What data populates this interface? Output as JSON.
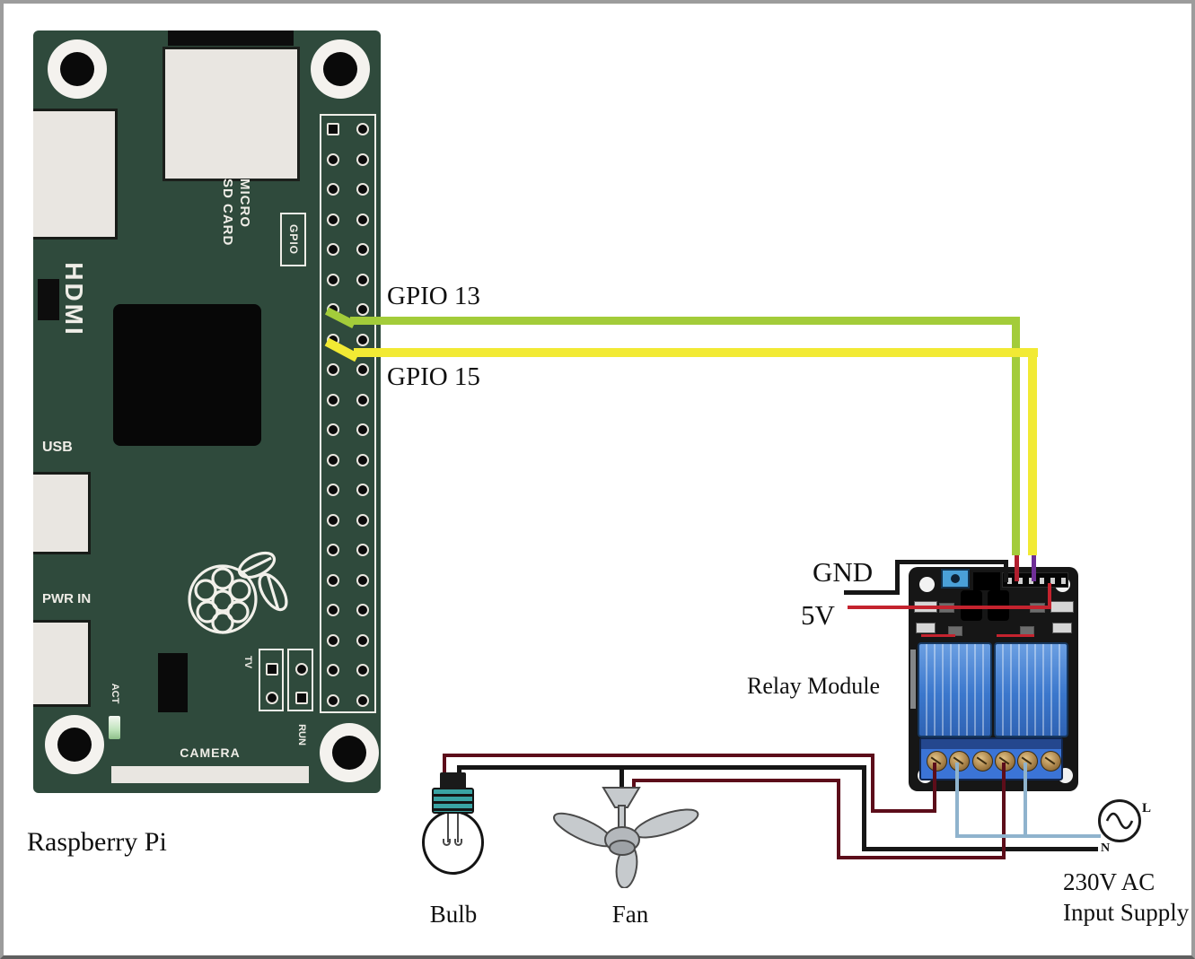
{
  "colors": {
    "board_green": "#2f4a3c",
    "silk": "#efede7",
    "port_gray": "#e9e6e1",
    "wire_green": "#a3cc3a",
    "wire_yellow": "#f2ea34",
    "wire_red": "#c4232e",
    "wire_dark_red": "#5c0d1a",
    "wire_black": "#161616",
    "wire_blue": "#8fb3cd",
    "stub_red": "#b01f2e",
    "stub_purple": "#6f2e96",
    "pcb_black": "#161616",
    "terminal_blue": "#3b74d6",
    "led_green": "#bfe3bb",
    "bulb_teal": "#39a3a3"
  },
  "pi": {
    "label": "Raspberry Pi",
    "silk": {
      "hdmi": "HDMI",
      "micro_line1": "MICRO",
      "micro_line2": "SD CARD",
      "gpio": "GPIO",
      "usb": "USB",
      "pwr_in": "PWR IN",
      "act": "ACT",
      "tv": "TV",
      "run": "RUN",
      "camera": "CAMERA"
    }
  },
  "annotations": {
    "gpio13": "GPIO 13",
    "gpio15": "GPIO 15",
    "gnd": "GND",
    "v5": "5V",
    "relay_module": "Relay Module",
    "bulb": "Bulb",
    "fan": "Fan",
    "ac_line1": "230V AC",
    "ac_line2": "Input Supply",
    "live": "L",
    "neutral": "N"
  },
  "gpio_header": {
    "rows": 20,
    "cols": 2
  },
  "relay_header_pins": 6,
  "terminal_screws": 6
}
